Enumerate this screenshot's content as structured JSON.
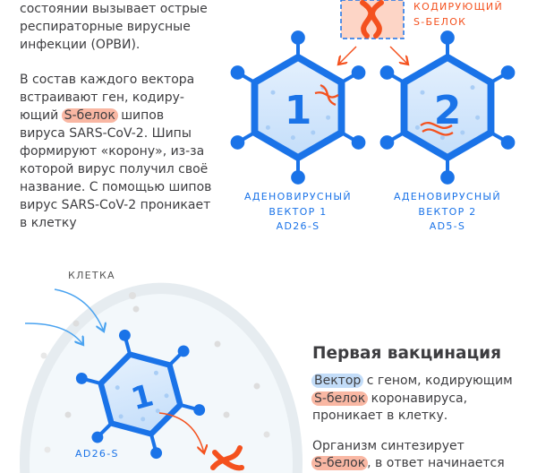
{
  "intro": {
    "paragraph1_lines": [
      "состоянии вызывает острые",
      "респираторные вирусные",
      "инфекции (ОРВИ)."
    ],
    "paragraph2": {
      "line1": "В состав каждого вектора",
      "line2": "встраивают ген, кодиру-",
      "line3_before": "ющий",
      "line3_highlight": "S-белок",
      "line3_after": "шипов",
      "rest_lines": [
        "вируса SARS-CoV-2. Шипы",
        "формируют «корону», из-за",
        "которой вирус получил своё",
        "название. С помощью шипов",
        "вирус SARS-CoV-2 проникает",
        "в клетку"
      ]
    }
  },
  "gene_box": {
    "label_lines": [
      "КОДИРУЮЩИЙ",
      "S-БЕЛОК"
    ]
  },
  "vectors": [
    {
      "number": "1",
      "label_lines": [
        "АДЕНОВИРУСНЫЙ",
        "ВЕКТОР 1",
        "AD26-S"
      ]
    },
    {
      "number": "2",
      "label_lines": [
        "АДЕНОВИРУСНЫЙ",
        "ВЕКТОР 2",
        "AD5-S"
      ]
    }
  ],
  "cell": {
    "label": "КЛЕТКА",
    "vector_number": "1",
    "vector_label": "AD26-S"
  },
  "first_vaccination": {
    "title": "Первая вакцинация",
    "p1_highlight_vector": "Вектор",
    "p1_line1_rest": "с геном, кодирующим",
    "p1_highlight_protein": "S-белок",
    "p1_line2_rest": "коронавируса,",
    "p1_line3": "проникает в клетку.",
    "p2_line1": "Организм синтезирует",
    "p2_highlight": "S-белок",
    "p2_line2_rest": ", в ответ начинается"
  },
  "colors": {
    "blue": "#1a73e8",
    "hex_fill": "#d4e8fc",
    "orange": "#f4511e",
    "protein_highlight": "#f9b7a3",
    "vector_highlight": "#c2dcf8"
  }
}
